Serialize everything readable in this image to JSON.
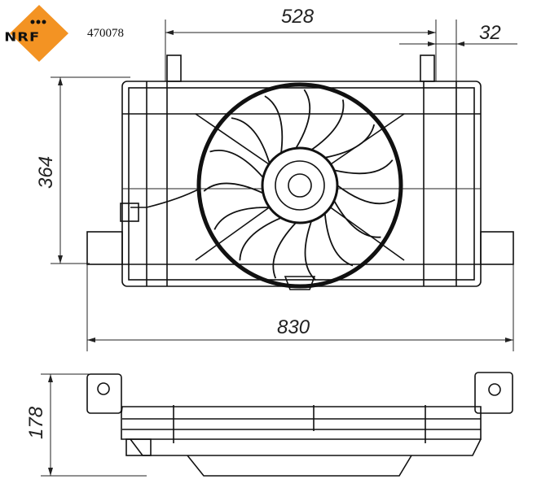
{
  "brand": {
    "logo_text": "NRF",
    "logo_color": "#F39323"
  },
  "part_number": "470078",
  "dimensions": {
    "shroud_width": "528",
    "offset": "32",
    "height": "364",
    "overall_width": "830",
    "depth": "178"
  }
}
